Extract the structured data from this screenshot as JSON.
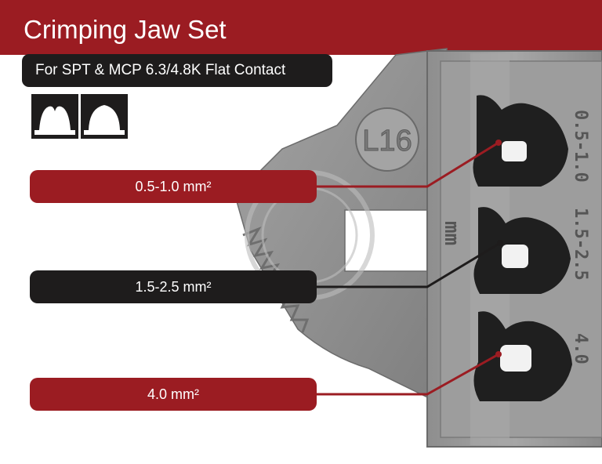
{
  "header": {
    "title": "Crimping Jaw Set",
    "subtitle": "For SPT & MCP 6.3/4.8K Flat Contact"
  },
  "profile_icons": [
    "crimp-profile-double-icon",
    "crimp-profile-single-icon"
  ],
  "die": {
    "model_stamp": "L16",
    "unit_stamp": "mm",
    "size_stamps": [
      "0.5-1.0",
      "1.5-2.5",
      "4.0"
    ]
  },
  "callouts": [
    {
      "label": "0.5-1.0 mm²",
      "style": "red"
    },
    {
      "label": "1.5-2.5 mm²",
      "style": "black"
    },
    {
      "label": "4.0 mm²",
      "style": "red"
    }
  ],
  "colors": {
    "brand_red": "#9b1c22",
    "dark": "#1e1c1c",
    "steel": "#9a9a9a"
  }
}
